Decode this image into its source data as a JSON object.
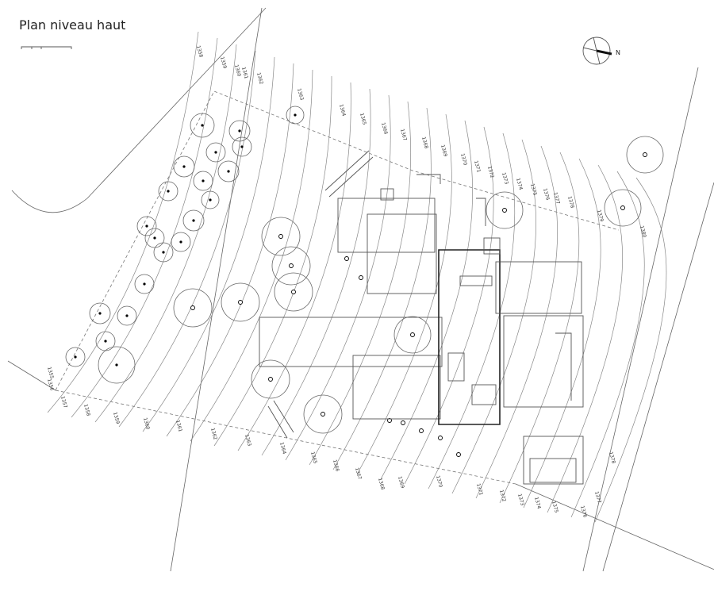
{
  "title": "Plan niveau haut",
  "compass": {
    "north_label": "N"
  },
  "contour_labels_top": [
    "1358",
    "1359",
    "1360",
    "1361",
    "1362",
    "1363",
    "1364",
    "1365",
    "1366",
    "1367",
    "1368",
    "1369",
    "1370",
    "1371",
    "1372",
    "1373",
    "1374",
    "1375",
    "1376",
    "1377",
    "1378",
    "1379",
    "1380"
  ],
  "contour_labels_bottom": [
    "1355",
    "1356",
    "1357",
    "1358",
    "1359",
    "1360",
    "1361",
    "1362",
    "1363",
    "1364",
    "1365",
    "1366",
    "1367",
    "1368",
    "1369",
    "1370",
    "1371",
    "1372",
    "1373",
    "1374",
    "1375",
    "1376",
    "1377",
    "1378"
  ]
}
